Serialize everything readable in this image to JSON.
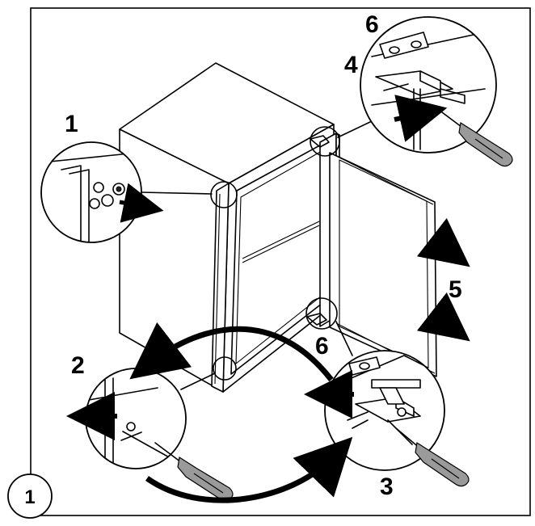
{
  "figure": {
    "figure_number": "1",
    "callouts": {
      "c1": "1",
      "c2": "2",
      "c3": "3",
      "c4": "4",
      "c5": "5",
      "c6_top": "6",
      "c6_bottom": "6"
    }
  },
  "icons": {
    "cabinet": "refrigerator-cabinet-icon",
    "door": "refrigerator-door-icon",
    "screwdriver": "screwdriver-icon",
    "arrow": "direction-arrow-icon"
  },
  "colors": {
    "line": "#000000",
    "background": "#ffffff",
    "handle": "#9a9a9a"
  }
}
